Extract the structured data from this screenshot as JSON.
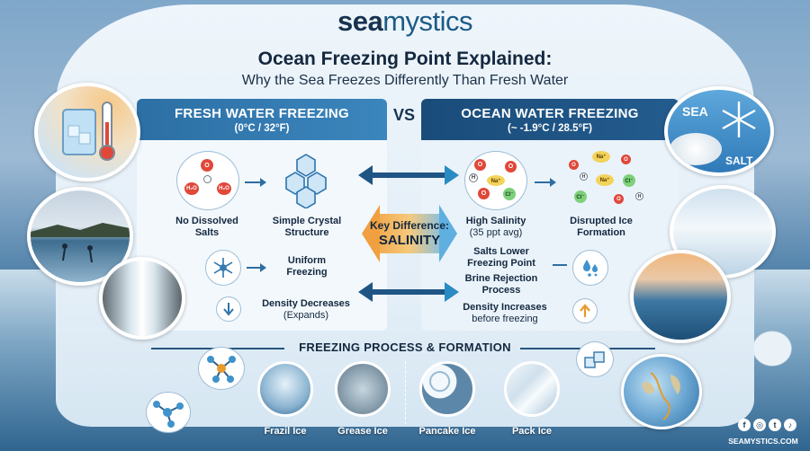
{
  "brand": {
    "prefix": "sea",
    "suffix": "mystics"
  },
  "title": "Ocean Freezing Point Explained:",
  "subtitle": "Why the Sea Freezes Differently Than Fresh Water",
  "vs": "VS",
  "fresh": {
    "heading": "FRESH WATER FREEZING",
    "temps": "(0°C / 32°F)",
    "items": [
      {
        "label": "No Dissolved\nSalts"
      },
      {
        "label": "Simple Crystal\nStructure"
      },
      {
        "label": "Uniform\nFreezing"
      },
      {
        "label": "Density Decreases",
        "sub": "(Expands)"
      }
    ]
  },
  "ocean": {
    "heading": "OCEAN WATER FREEZING",
    "temps": "(~ -1.9°C / 28.5°F)",
    "items": [
      {
        "label": "High Salinity",
        "sub": "(35 ppt avg)"
      },
      {
        "label": "Disrupted Ice\nFormation"
      },
      {
        "label": "Salts Lower\nFreezing Point"
      },
      {
        "label": "Brine Rejection\nProcess"
      },
      {
        "label": "Density Increases",
        "sub": "before freezing"
      }
    ]
  },
  "key_difference": {
    "line1": "Key Difference:",
    "line2": "SALINITY"
  },
  "sea_salt": {
    "sea": "SEA",
    "salt": "SALT"
  },
  "molecules": {
    "o": "O",
    "h": "H",
    "h2o": "H₂O",
    "na": "Na⁺",
    "cl": "Cl⁻"
  },
  "process": {
    "title": "FREEZING PROCESS & FORMATION",
    "stages": [
      "Frazil Ice",
      "Grease Ice",
      "Pancake Ice",
      "Pack Ice"
    ]
  },
  "social_icons": [
    "f",
    "◎",
    "t",
    "♪"
  ],
  "website": "SEAMYSTICS.COM",
  "colors": {
    "fresh_header": "#2c6fa4",
    "ocean_header": "#1a4c7a",
    "key_orange": "#f1a74a",
    "key_blue": "#5fb0e0"
  }
}
